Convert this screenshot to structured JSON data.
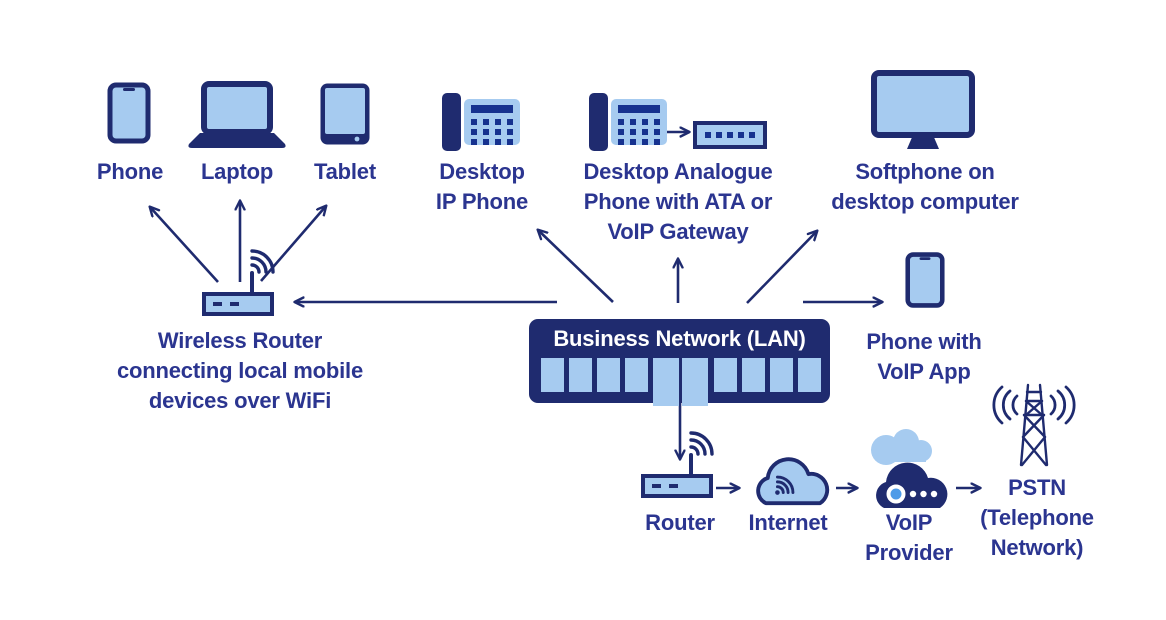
{
  "diagram": {
    "type": "network-topology",
    "nodes": {
      "phone": {
        "label": "Phone"
      },
      "laptop": {
        "label": "Laptop"
      },
      "tablet": {
        "label": "Tablet"
      },
      "desktop_ip_phone": {
        "label": "Desktop\nIP Phone"
      },
      "desktop_analogue_phone": {
        "label": "Desktop Analogue\nPhone with ATA or\nVoIP Gateway"
      },
      "softphone": {
        "label": "Softphone on\ndesktop computer"
      },
      "wireless_router": {
        "label": "Wireless Router\nconnecting local mobile\ndevices over WiFi"
      },
      "business_network": {
        "label": "Business Network (LAN)",
        "ports": 10
      },
      "phone_voip_app": {
        "label": "Phone with\nVoIP App"
      },
      "router": {
        "label": "Router"
      },
      "internet": {
        "label": "Internet"
      },
      "voip_provider": {
        "label": "VoIP\nProvider"
      },
      "pstn": {
        "label": "PSTN\n(Telephone\nNetwork)"
      }
    },
    "edges": [
      {
        "from": "wireless-router",
        "to": "phone"
      },
      {
        "from": "wireless-router",
        "to": "laptop"
      },
      {
        "from": "wireless-router",
        "to": "tablet"
      },
      {
        "from": "business-network-lan",
        "to": "wireless-router"
      },
      {
        "from": "business-network-lan",
        "to": "desktop-ip-phone"
      },
      {
        "from": "business-network-lan",
        "to": "desktop-analogue-phone"
      },
      {
        "from": "business-network-lan",
        "to": "softphone"
      },
      {
        "from": "business-network-lan",
        "to": "phone-with-voip-app"
      },
      {
        "from": "business-network-lan",
        "to": "router"
      },
      {
        "from": "desktop-analogue-phone",
        "to": "ata-voip-gateway"
      },
      {
        "from": "router",
        "to": "internet"
      },
      {
        "from": "internet",
        "to": "voip-provider"
      },
      {
        "from": "voip-provider",
        "to": "pstn"
      }
    ],
    "colors": {
      "navy": "#1f2b6f",
      "light_blue": "#a6cbf0",
      "label_text": "#2b3590",
      "keypad_blue": "#16328f",
      "ring_blue": "#4d9be8",
      "lan_title_text": "#ffffff",
      "background": "#ffffff"
    }
  }
}
